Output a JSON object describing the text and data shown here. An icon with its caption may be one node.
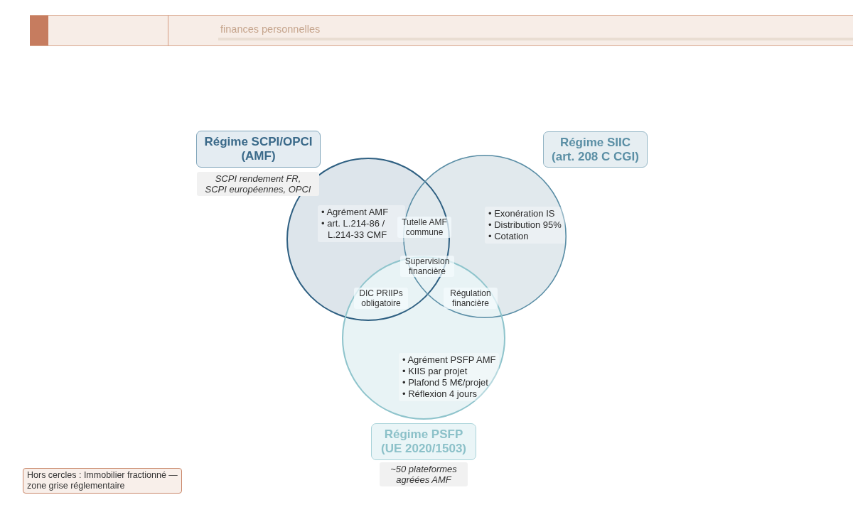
{
  "diagram": {
    "nodes": [
      {
        "text": [
          "finances personnelles"
        ]
      },
      {
        "text": [
          "Régime SCPI/OPCI (AMF)"
        ]
      },
      {
        "text": [
          "Régime SIIC (art. 208 C CGI)"
        ]
      },
      {
        "text": [
          "• Agrément AMF",
          "• art. L.214-86 / L.214-33 CMF"
        ]
      },
      {
        "text": [
          "• Exonération IS",
          "• Distribution 95%",
          "• Cotation"
        ]
      },
      {
        "text": [
          "• Agrément PSFP AMF",
          "• KIIS par projet",
          "• Plafond 5 M€/projet",
          "• Réflexion 4 jours"
        ]
      },
      {
        "text": [
          "Régime PSFP (UE 2020/1503)"
        ],
        "beside": [
          "~50 plateformes agréées AMF"
        ]
      },
      {
        "text": [
          "Hors cercles : Immobilier fractionné — zone grise réglementaire"
        ]
      }
    ],
    "labels": [
      "SCPI rendement FR, SCPI européennes, OPCI",
      "Tutelle AMF commune",
      "Supervision financière",
      "DIC PRIIPs obligatoire",
      "Régulation financière"
    ]
  }
}
